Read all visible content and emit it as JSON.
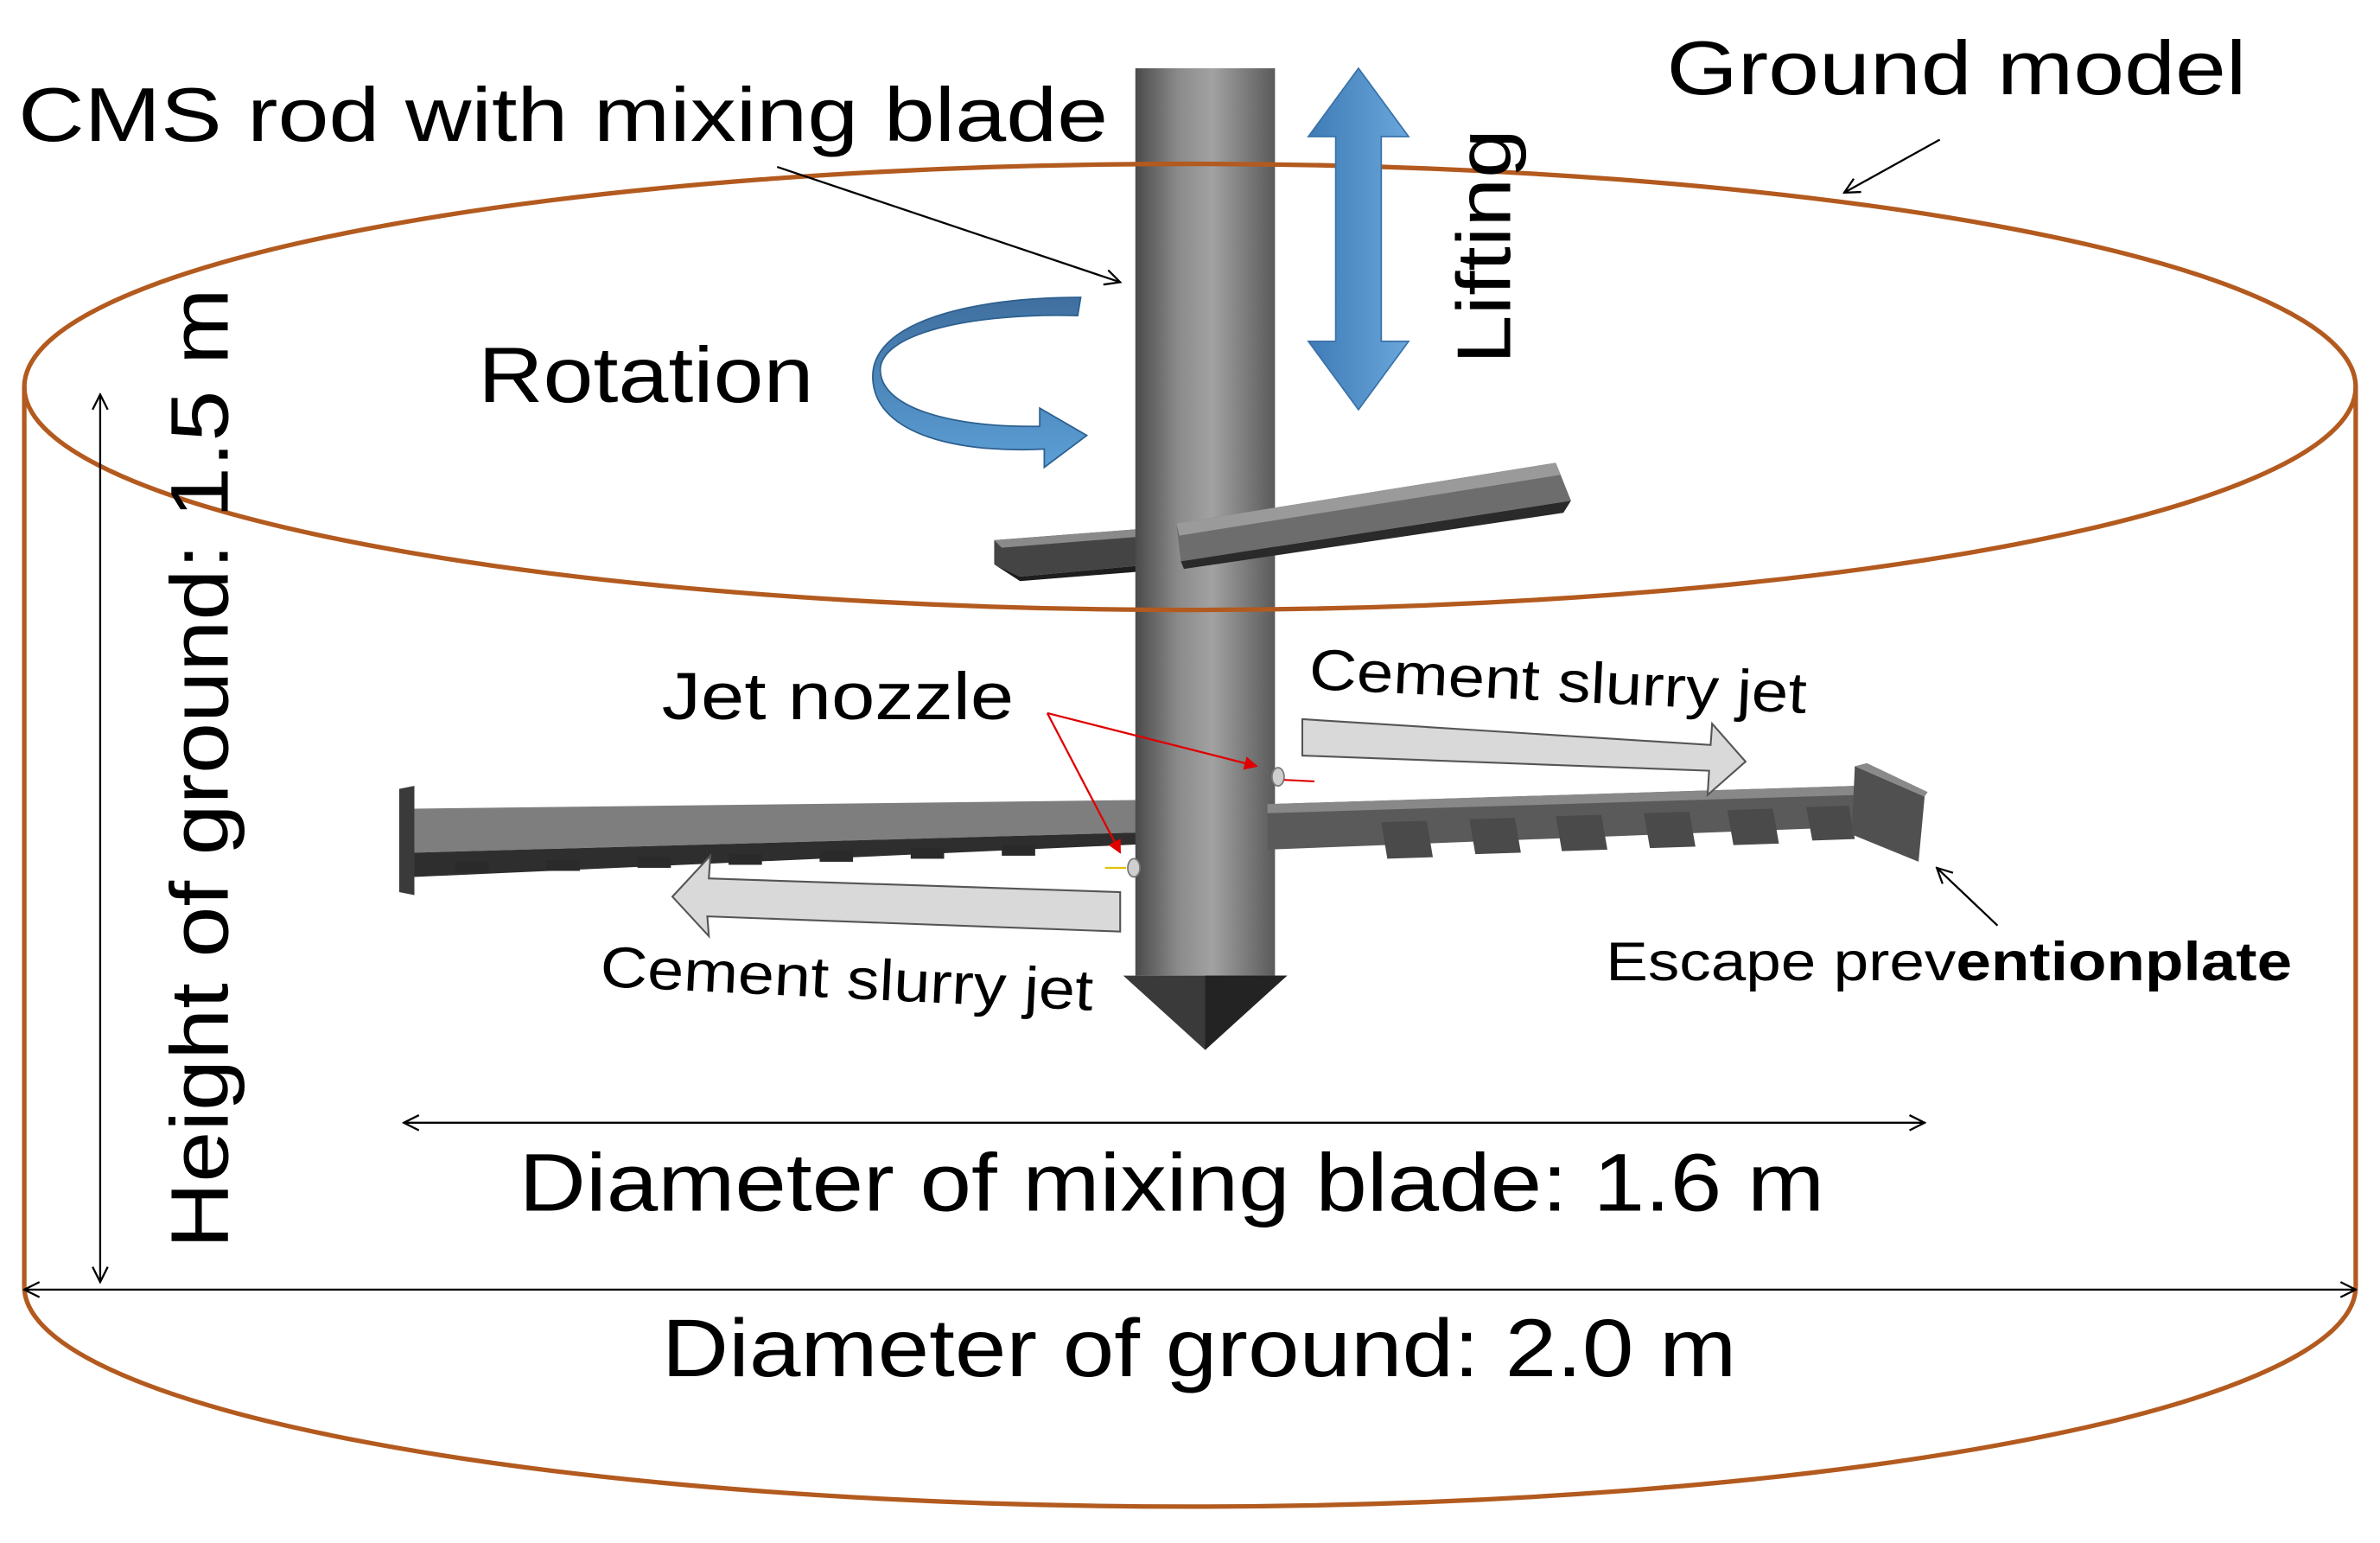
{
  "labels": {
    "rod": "CMS rod with mixing blade",
    "ground_model": "Ground model",
    "rotation": "Rotation",
    "lifting": "Lifting",
    "height": "Height of ground: 1.5 m",
    "jet_nozzle": "Jet nozzle",
    "slurry_jet_right": "Cement slurry jet",
    "slurry_jet_left": "Cement slurry jet",
    "escape_plate_regular": "Escape prev",
    "escape_plate_bold": "entionplate",
    "blade_diameter": "Diameter of mixing blade: 1.6 m",
    "ground_diameter": "Diameter of ground: 2.0 m"
  },
  "colors": {
    "ground_outline": "#b35a1f",
    "arrow_blue": "#4a86c0",
    "steel_dark": "#3f3f3f",
    "steel_mid": "#777777",
    "steel_light": "#aaaaaa",
    "jet_arrow_fill": "#d9d9d9",
    "nozzle_pointer": "#e00000"
  }
}
